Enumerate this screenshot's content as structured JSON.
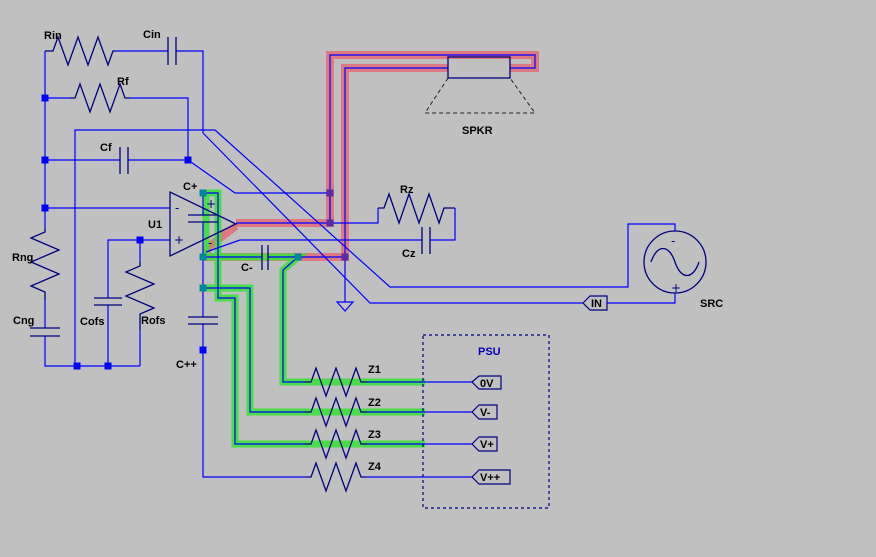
{
  "schematic": {
    "labels": {
      "rin": "Rin",
      "cin": "Cin",
      "rf": "Rf",
      "cf": "Cf",
      "c_plus": "C+",
      "u1": "U1",
      "rng": "Rng",
      "cng": "Cng",
      "cofs": "Cofs",
      "rofs": "Rofs",
      "c_plus_plus": "C++",
      "c_minus": "C-",
      "rz": "Rz",
      "cz": "Cz",
      "spkr": "SPKR",
      "src": "SRC",
      "z1": "Z1",
      "z2": "Z2",
      "z3": "Z3",
      "z4": "Z4",
      "psu": "PSU"
    },
    "opamp_pins": {
      "inverting": "-",
      "non_inverting": "+",
      "supply_pos": "+",
      "supply_neg": "-"
    },
    "source_pins": {
      "negative": "-",
      "positive": "+"
    },
    "net_flags": {
      "in": "IN",
      "zero_v": "0V",
      "v_minus": "V-",
      "v_plus": "V+",
      "v_plus_plus": "V++"
    }
  },
  "colors": {
    "background": "#c0c0c0",
    "wire": "#0000ff",
    "component": "#000080",
    "label": "#000000",
    "group_label": "#0000c0",
    "highlight_red": "#e8606e",
    "highlight_green": "#3ce03c",
    "junction_green_net": "#00889a",
    "junction_red_net": "#5a2aa0"
  }
}
